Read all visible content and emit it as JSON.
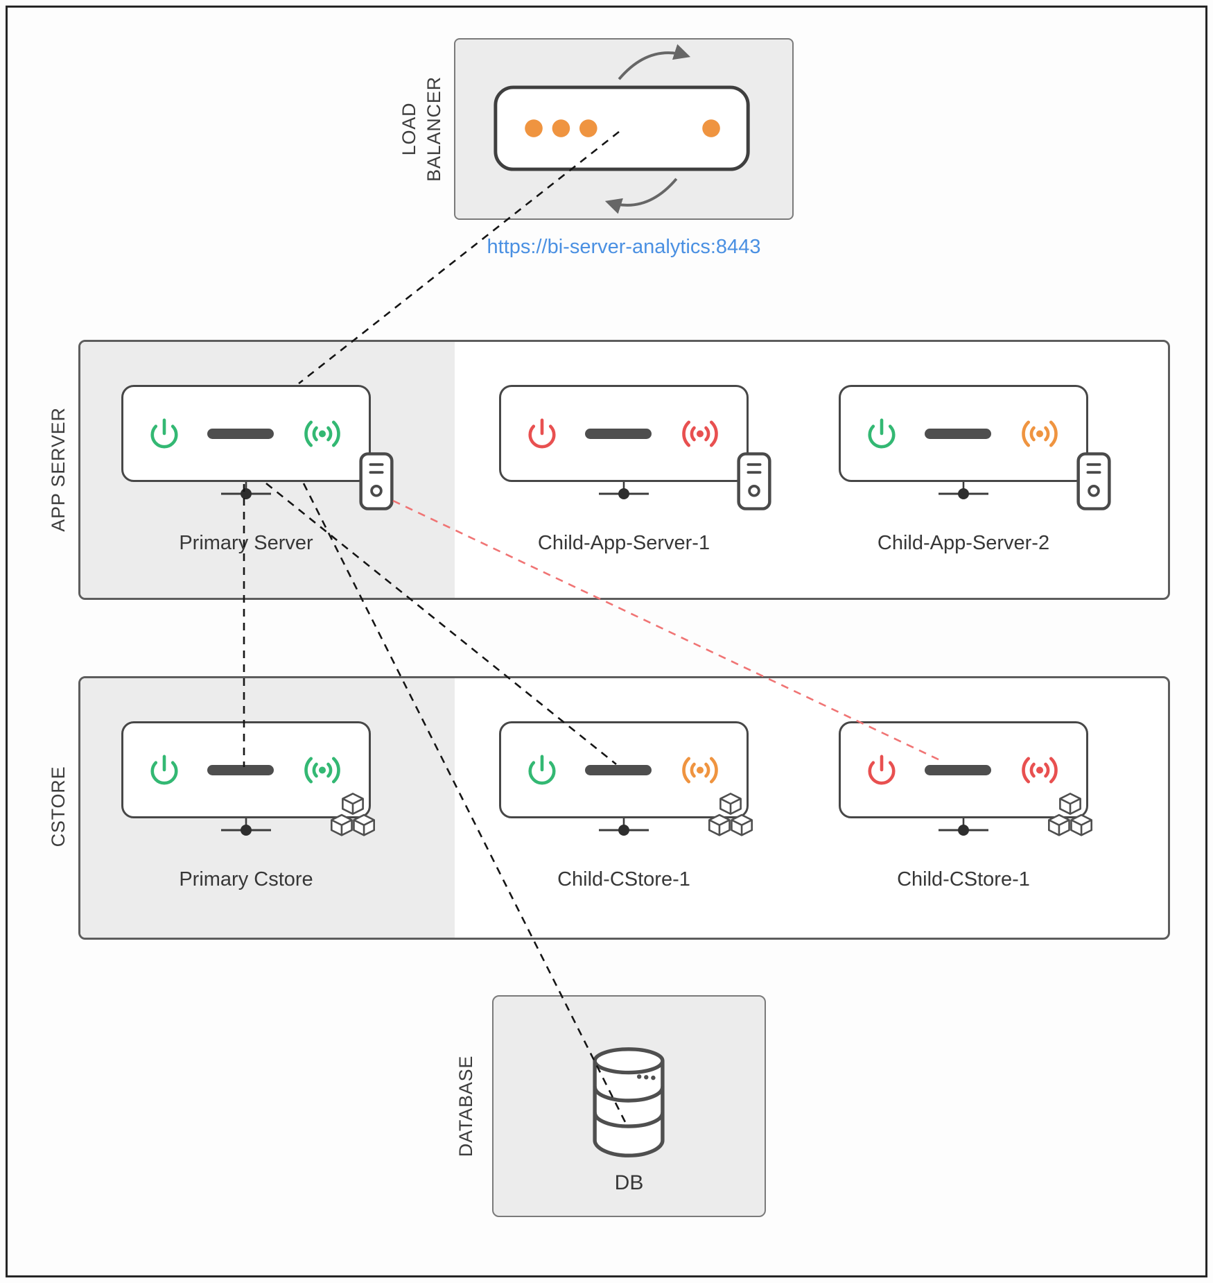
{
  "colors": {
    "status_green": "#33b873",
    "status_red": "#e85050",
    "status_orange": "#ef9440",
    "lb_dot_orange": "#ef9440",
    "link_blue": "#4a90e2",
    "connection_black": "#151515",
    "connection_red": "#f07474"
  },
  "load_balancer": {
    "label": "LOAD BALANCER",
    "url": "https://bi-server-analytics:8443"
  },
  "app_server": {
    "label": "APP SERVER",
    "nodes": [
      {
        "label": "Primary Server",
        "power": "green",
        "signal": "green"
      },
      {
        "label": "Child-App-Server-1",
        "power": "red",
        "signal": "red"
      },
      {
        "label": "Child-App-Server-2",
        "power": "green",
        "signal": "orange"
      }
    ]
  },
  "cstore": {
    "label": "CSTORE",
    "nodes": [
      {
        "label": "Primary Cstore",
        "power": "green",
        "signal": "green"
      },
      {
        "label": "Child-CStore-1",
        "power": "green",
        "signal": "orange"
      },
      {
        "label": "Child-CStore-1",
        "power": "red",
        "signal": "red"
      }
    ]
  },
  "database": {
    "label": "DATABASE",
    "db_label": "DB"
  }
}
